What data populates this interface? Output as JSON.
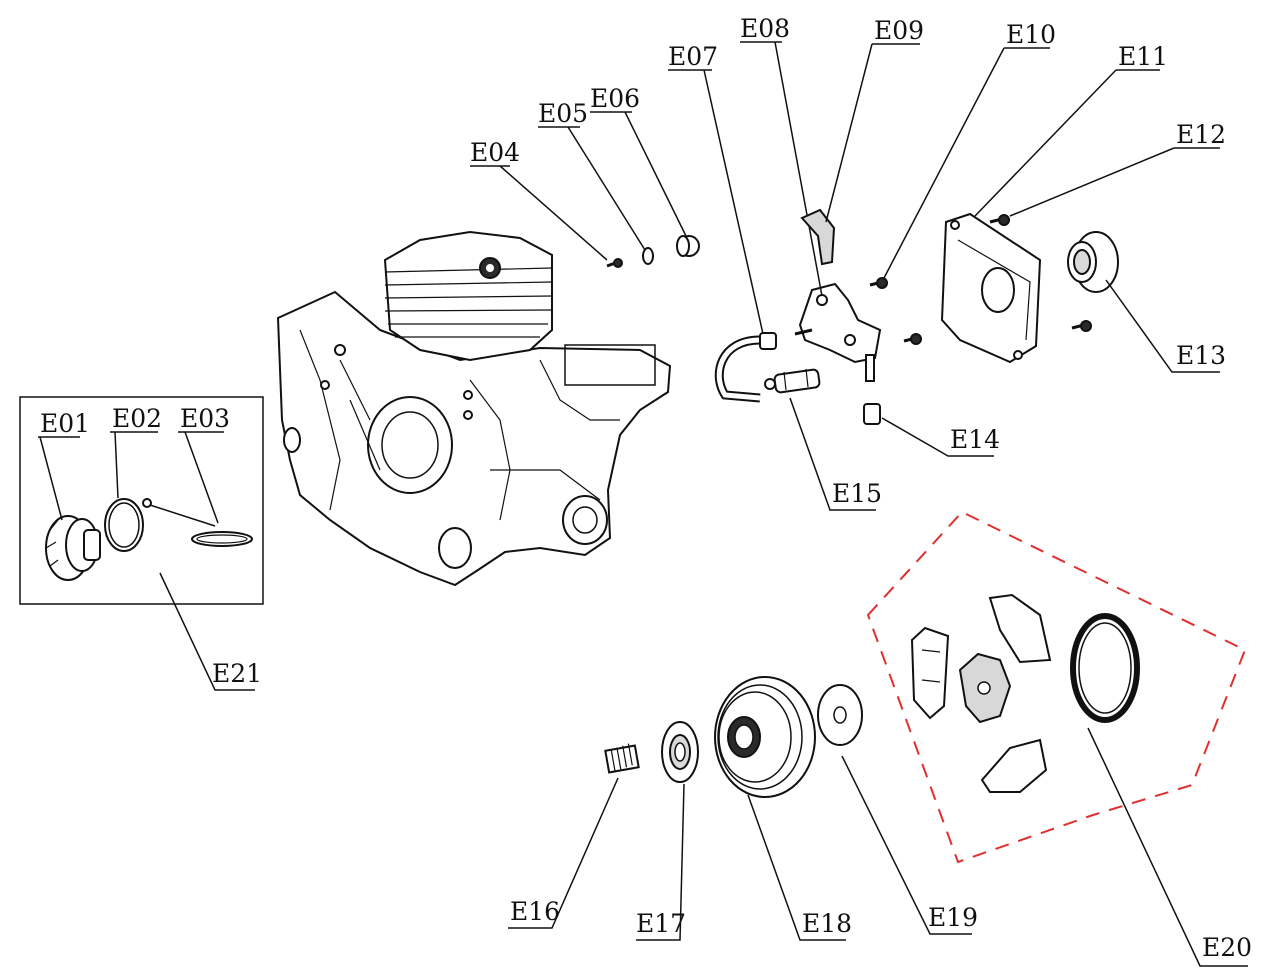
{
  "labels": {
    "E01": "E01",
    "E02": "E02",
    "E03": "E03",
    "E04": "E04",
    "E05": "E05",
    "E06": "E06",
    "E07": "E07",
    "E08": "E08",
    "E09": "E09",
    "E10": "E10",
    "E11": "E11",
    "E12": "E12",
    "E13": "E13",
    "E14": "E14",
    "E15": "E15",
    "E16": "E16",
    "E17": "E17",
    "E18": "E18",
    "E19": "E19",
    "E20": "E20",
    "E21": "E21"
  },
  "colors": {
    "ink": "#111111",
    "group_dash": "#e0302e",
    "background": "#ffffff"
  }
}
